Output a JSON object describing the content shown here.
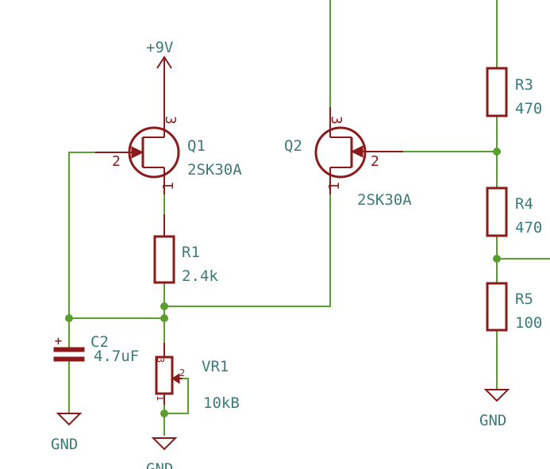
{
  "power": {
    "vplus": "+9V",
    "gnd1": "GND",
    "gnd2": "GND",
    "gnd3": "GND"
  },
  "q1": {
    "ref": "Q1",
    "value": "2SK30A",
    "pin_drain": "3",
    "pin_gate": "2",
    "pin_source": "1"
  },
  "q2": {
    "ref": "Q2",
    "value": "2SK30A",
    "pin_drain": "3",
    "pin_gate": "2",
    "pin_source": "1"
  },
  "r1": {
    "ref": "R1",
    "value": "2.4k"
  },
  "r3": {
    "ref": "R3",
    "value": "470"
  },
  "r4": {
    "ref": "R4",
    "value": "470"
  },
  "r5": {
    "ref": "R5",
    "value": "100"
  },
  "c2": {
    "ref": "C2",
    "value": "4.7uF",
    "polarity": "+"
  },
  "vr1": {
    "ref": "VR1",
    "value": "10kB",
    "pin1": "1",
    "pin2": "2",
    "pin3": "3"
  },
  "colors": {
    "wire": "#5a9e2d",
    "component": "#8b1a1a",
    "text": "#3d7a7a"
  }
}
